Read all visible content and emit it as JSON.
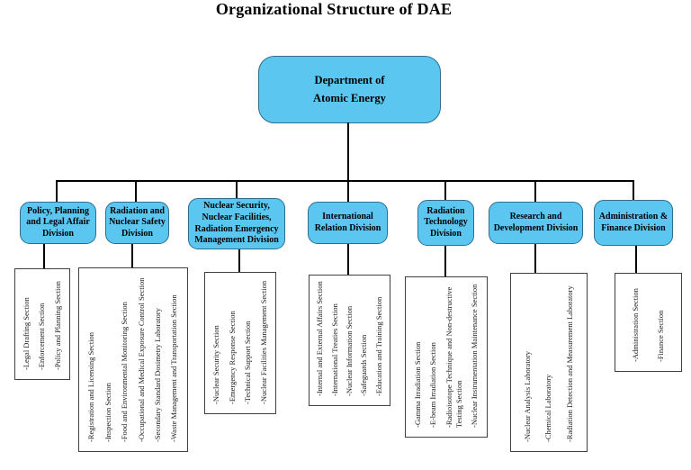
{
  "title": "Organizational Structure of DAE",
  "root": {
    "lines": [
      "Department of",
      "Atomic Energy"
    ]
  },
  "divisions": [
    {
      "label": "Policy, Planning and Legal Affair Division",
      "sections": [
        "-Legal Drafting Section",
        "-Enforcement Section",
        "-Policy and Planning Section"
      ]
    },
    {
      "label": "Radiation and Nuclear Safety Division",
      "sections": [
        "-Registration and Licensing Section",
        "-Inspection Section",
        "-Food and Environmental Monitoring Section",
        "-Occupational and Medical Exposure Control Section",
        "-Secondary Standard Dosimetry Laboratory",
        "-Waste Management and Transportation Section"
      ]
    },
    {
      "label": "Nuclear Security, Nuclear Facilities, Radiation Emergency Management Division",
      "sections": [
        "-Nuclear Security Section",
        "-Emergency Response Section",
        "-Technical Support Section",
        "-Nuclear Facilities Management Section"
      ]
    },
    {
      "label": "International Relation Division",
      "sections": [
        "-Internal and External Affairs Section",
        "-International Treaties Section",
        "-Nuclear Information Section",
        "-Safeguards Section",
        "-Education and Training Section"
      ]
    },
    {
      "label": "Radiation Technology Division",
      "sections": [
        "-Gamma Irradiation Section",
        "-E-beam Irradiation Section",
        "-Radioisotope Technique and Non-destructive Testing Section",
        "-Nuclear Instrumentation Maintenance Section"
      ]
    },
    {
      "label": "Research and Development Division",
      "sections": [
        "-Nuclear Analysis Laboratory",
        "-Chemical Laboratory",
        "-Radiation Detection and Measurement Laboratory"
      ]
    },
    {
      "label": "Administration & Finance Division",
      "sections": [
        "-Administration Section",
        "-Finance Section"
      ]
    }
  ],
  "colors": {
    "box_fill": "#5BC6F0",
    "box_border": "#2E6E8E",
    "line": "#000000"
  }
}
